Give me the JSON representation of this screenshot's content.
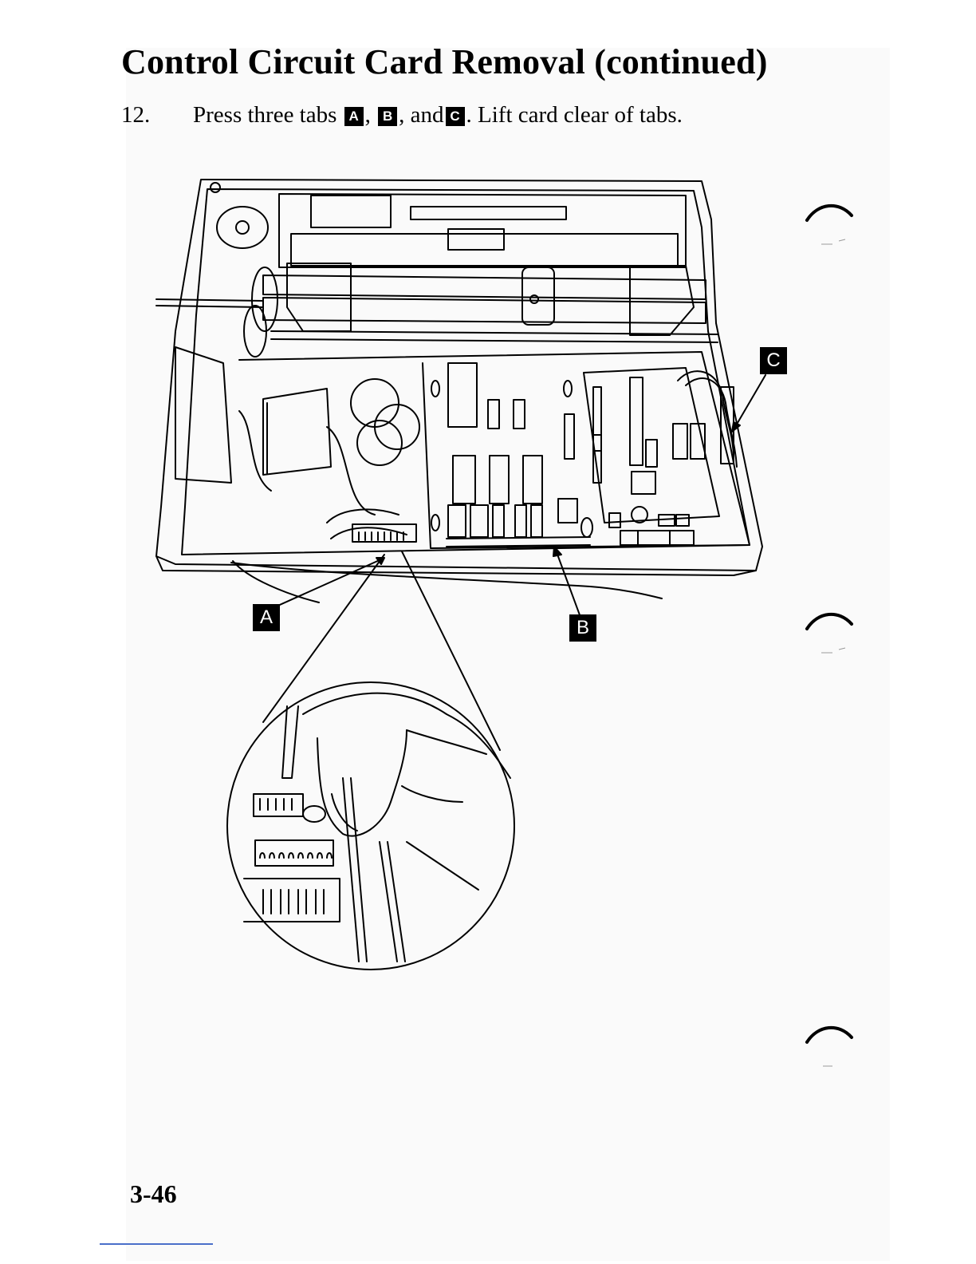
{
  "page": {
    "title": "Control Circuit Card Removal (continued)",
    "page_number": "3-46"
  },
  "step": {
    "number": "12.",
    "text_before": "Press three tabs",
    "tag_a": "A",
    "sep1": ",",
    "tag_b": "B",
    "sep2": ", and",
    "tag_c": "C",
    "text_after": ". Lift card clear of tabs."
  },
  "figure": {
    "callouts": {
      "a": "A",
      "b": "B",
      "c": "C"
    }
  },
  "icons": [
    "binding-margin-mark",
    "callout-arrow"
  ]
}
